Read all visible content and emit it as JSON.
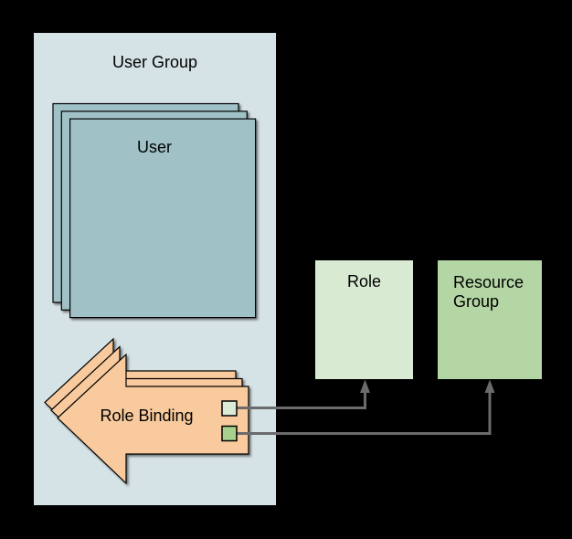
{
  "diagram": {
    "background_color": "#000000",
    "user_group": {
      "label": "User Group",
      "fill": "#D6E3E6"
    },
    "user_stack": {
      "label": "User",
      "fill": "#A0C2C7",
      "copies": 3,
      "border_color": "#000000"
    },
    "role_binding": {
      "label": "Role Binding",
      "fill": "#F8CA9D",
      "copies": 3,
      "border_color": "#000000",
      "ports": {
        "role_port_fill": "#DCEBD5",
        "resource_port_fill": "#A9D18E"
      }
    },
    "role_box": {
      "label": "Role",
      "fill": "#D8EAD2"
    },
    "resource_group_box": {
      "label": "Resource Group",
      "fill": "#B4D6A4"
    },
    "connectors": {
      "color": "#6B6B6B",
      "role_link": {
        "from": "role-binding-role-port",
        "to": "role-box"
      },
      "resource_link": {
        "from": "role-binding-resource-port",
        "to": "resource-group-box"
      }
    }
  }
}
